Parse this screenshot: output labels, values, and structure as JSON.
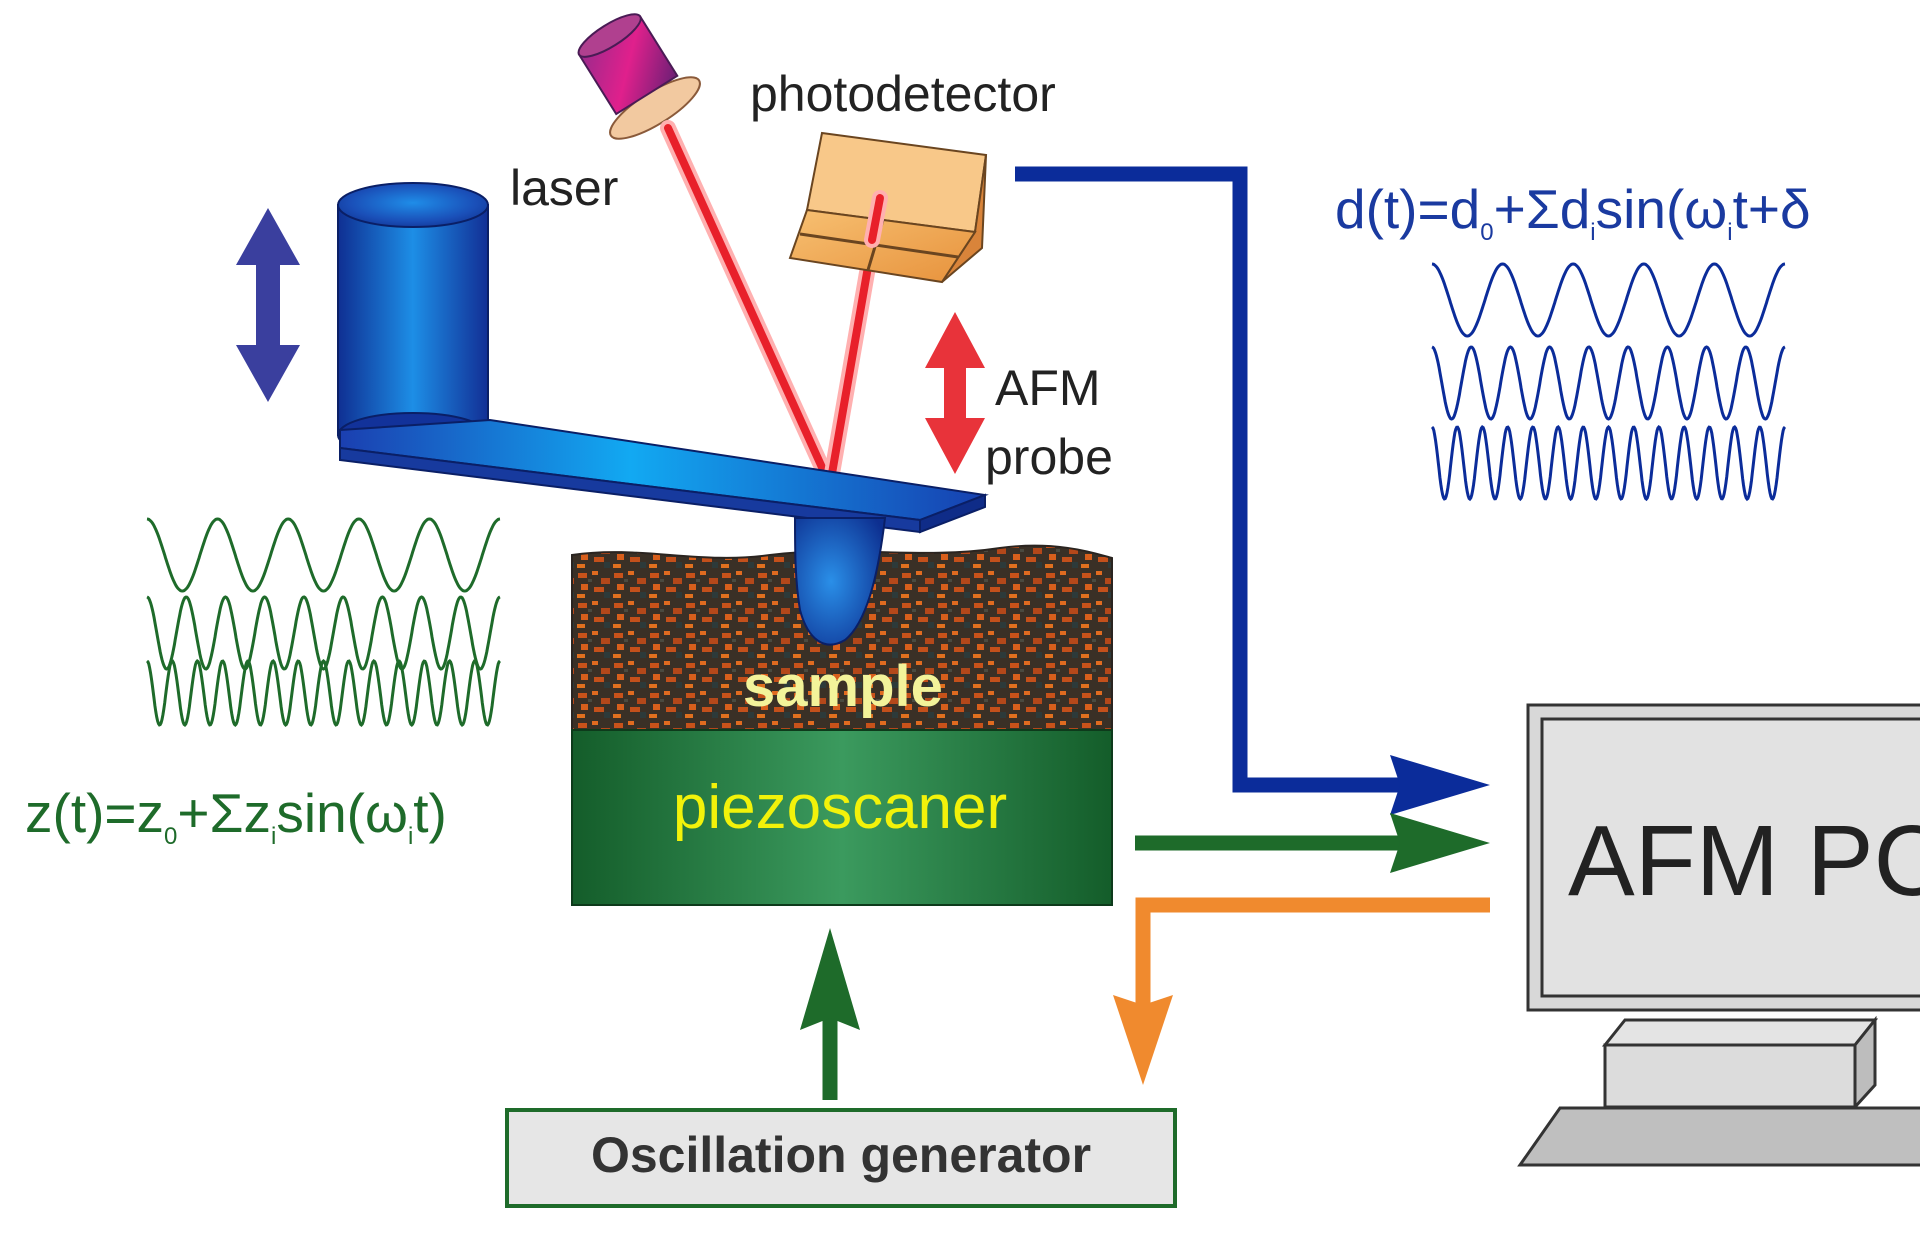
{
  "labels": {
    "photodetector": "photodetector",
    "laser": "laser",
    "afm_probe_line1": "AFM",
    "afm_probe_line2": "probe",
    "sample": "sample",
    "piezoscaner": "piezoscaner",
    "oscillation_generator": "Oscillation generator",
    "afm_pc": "AFM PC"
  },
  "equations": {
    "z": {
      "prefix": "z(t)=z",
      "sub0": "0",
      "plus_sum": "+Σz",
      "sub_i": "i",
      "sin": "sin(ω",
      "sub_i2": "i",
      "tail": "t)"
    },
    "d": {
      "prefix": "d(t)=d",
      "sub0": "0",
      "plus_sum": "+Σd",
      "sub_i": "i",
      "sin": "sin(ω",
      "sub_i2": "i",
      "tail": "t+δ"
    }
  },
  "colors": {
    "green_signal": "#1e6b2a",
    "blue_signal": "#0b2c9a",
    "orange_signal": "#f08a2e",
    "laser_beam": "#e8202a",
    "sample_text": "#f3f39a",
    "piezo_text": "#f2f20a",
    "piezo_block": "#1f7a3e",
    "arrow_blue_double": "#3a3f9e",
    "arrow_red_double": "#e8333a"
  },
  "waves": {
    "green": [
      {
        "cycles": 5
      },
      {
        "cycles": 9
      },
      {
        "cycles": 14
      }
    ],
    "blue": [
      {
        "cycles": 5
      },
      {
        "cycles": 9
      },
      {
        "cycles": 14
      }
    ]
  },
  "icons": {
    "laser_emitter": "laser-icon",
    "photodetector": "photodetector-icon",
    "computer": "computer-icon"
  }
}
